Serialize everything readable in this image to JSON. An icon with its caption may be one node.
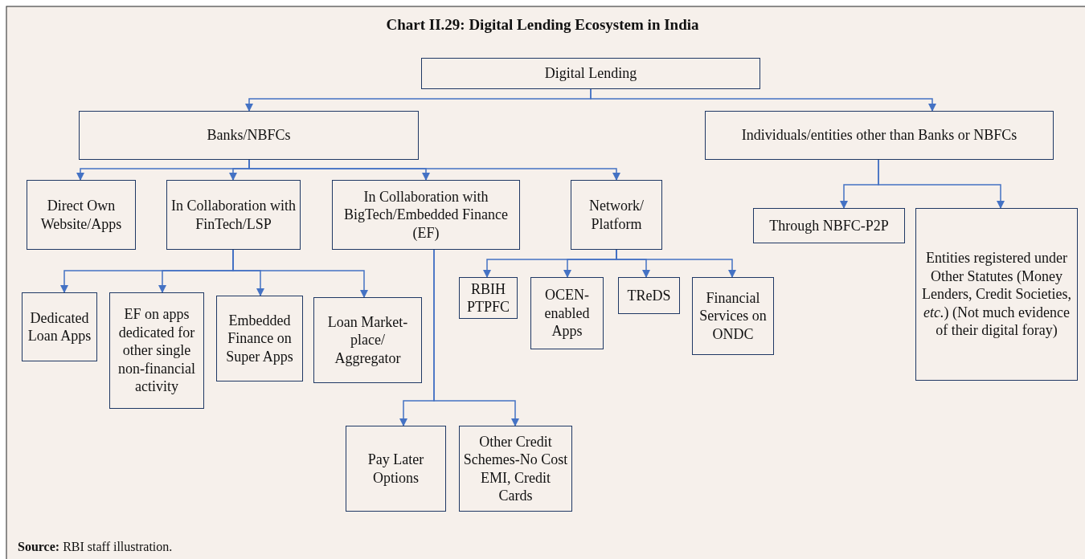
{
  "diagram": {
    "title": "Chart II.29: Digital Lending Ecosystem in India",
    "caption": "**Source:** RBI staff illustration.",
    "nodes": [
      {
        "text": [
          "Digital Lending"
        ]
      },
      {
        "text": [
          "Banks/NBFCs"
        ]
      },
      {
        "text": [
          "Individuals/entities other than Banks or NBFCs"
        ]
      },
      {
        "text": [
          "Direct Own Website/Apps"
        ]
      },
      {
        "text": [
          "In Collaboration with FinTech/LSP"
        ]
      },
      {
        "text": [
          "In Collaboration with BigTech/Embedded Finance (EF)"
        ]
      },
      {
        "text": [
          "Network/ Platform"
        ]
      },
      {
        "text": [
          "Through NBFC-P2P"
        ]
      },
      {
        "text": [
          "Entities registered under Other Statutes (Money Lenders, Credit Societies, *etc.*) (Not much evidence of their digital foray)"
        ]
      },
      {
        "text": [
          "Dedicated Loan Apps"
        ]
      },
      {
        "text": [
          "EF on apps dedicated for other single non-financial activity"
        ]
      },
      {
        "text": [
          "Embedded Finance on Super Apps"
        ]
      },
      {
        "text": [
          "Loan Market-place/ Aggregator"
        ]
      },
      {
        "text": [
          "RBIH PTPFC"
        ]
      },
      {
        "text": [
          "OCEN-enabled Apps"
        ]
      },
      {
        "text": [
          "TReDS"
        ]
      },
      {
        "text": [
          "Financial Services on ONDC"
        ]
      },
      {
        "text": [
          "Pay Later Options"
        ]
      },
      {
        "text": [
          "Other Credit Schemes-No Cost EMI, Credit Cards"
        ]
      }
    ],
    "edges": [
      {
        "from": 0,
        "to": 1,
        "arrow": "to"
      },
      {
        "from": 0,
        "to": 2,
        "arrow": "to"
      },
      {
        "from": 1,
        "to": 3,
        "arrow": "to"
      },
      {
        "from": 1,
        "to": 4,
        "arrow": "to"
      },
      {
        "from": 1,
        "to": 5,
        "arrow": "to"
      },
      {
        "from": 1,
        "to": 6,
        "arrow": "to"
      },
      {
        "from": 2,
        "to": 7,
        "arrow": "to"
      },
      {
        "from": 2,
        "to": 8,
        "arrow": "to"
      },
      {
        "from": 4,
        "to": 9,
        "arrow": "to"
      },
      {
        "from": 4,
        "to": 10,
        "arrow": "to"
      },
      {
        "from": 4,
        "to": 11,
        "arrow": "to"
      },
      {
        "from": 4,
        "to": 12,
        "arrow": "to"
      },
      {
        "from": 6,
        "to": 13,
        "arrow": "to"
      },
      {
        "from": 6,
        "to": 14,
        "arrow": "to"
      },
      {
        "from": 6,
        "to": 15,
        "arrow": "to"
      },
      {
        "from": 6,
        "to": 16,
        "arrow": "to"
      },
      {
        "from": 5,
        "to": 17,
        "arrow": "to"
      },
      {
        "from": 5,
        "to": 18,
        "arrow": "to"
      }
    ]
  }
}
